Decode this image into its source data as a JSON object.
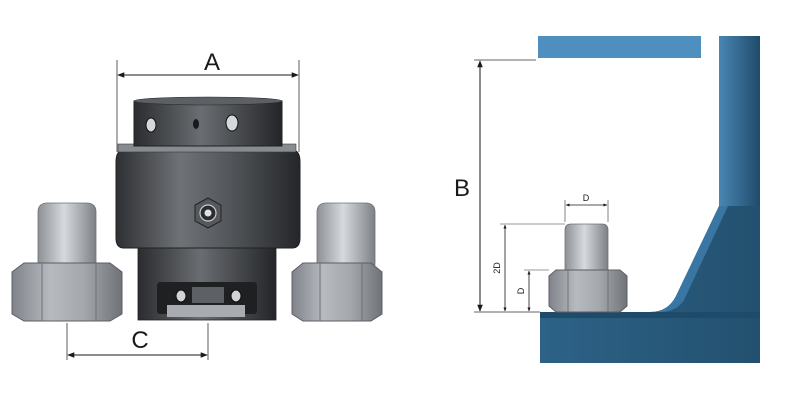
{
  "left_view": {
    "labels": {
      "a": "A",
      "c": "C"
    },
    "colors": {
      "metal_dark": "#3a3c3f",
      "metal_mid": "#6b6e72",
      "metal_light": "#c2c6cb"
    }
  },
  "right_view": {
    "labels": {
      "b": "B",
      "d_top": "D",
      "two_d": "2D",
      "d_side": "D"
    },
    "colors": {
      "steel_blue": "#2b5f86",
      "top_bar": "#4f8fc0"
    }
  }
}
